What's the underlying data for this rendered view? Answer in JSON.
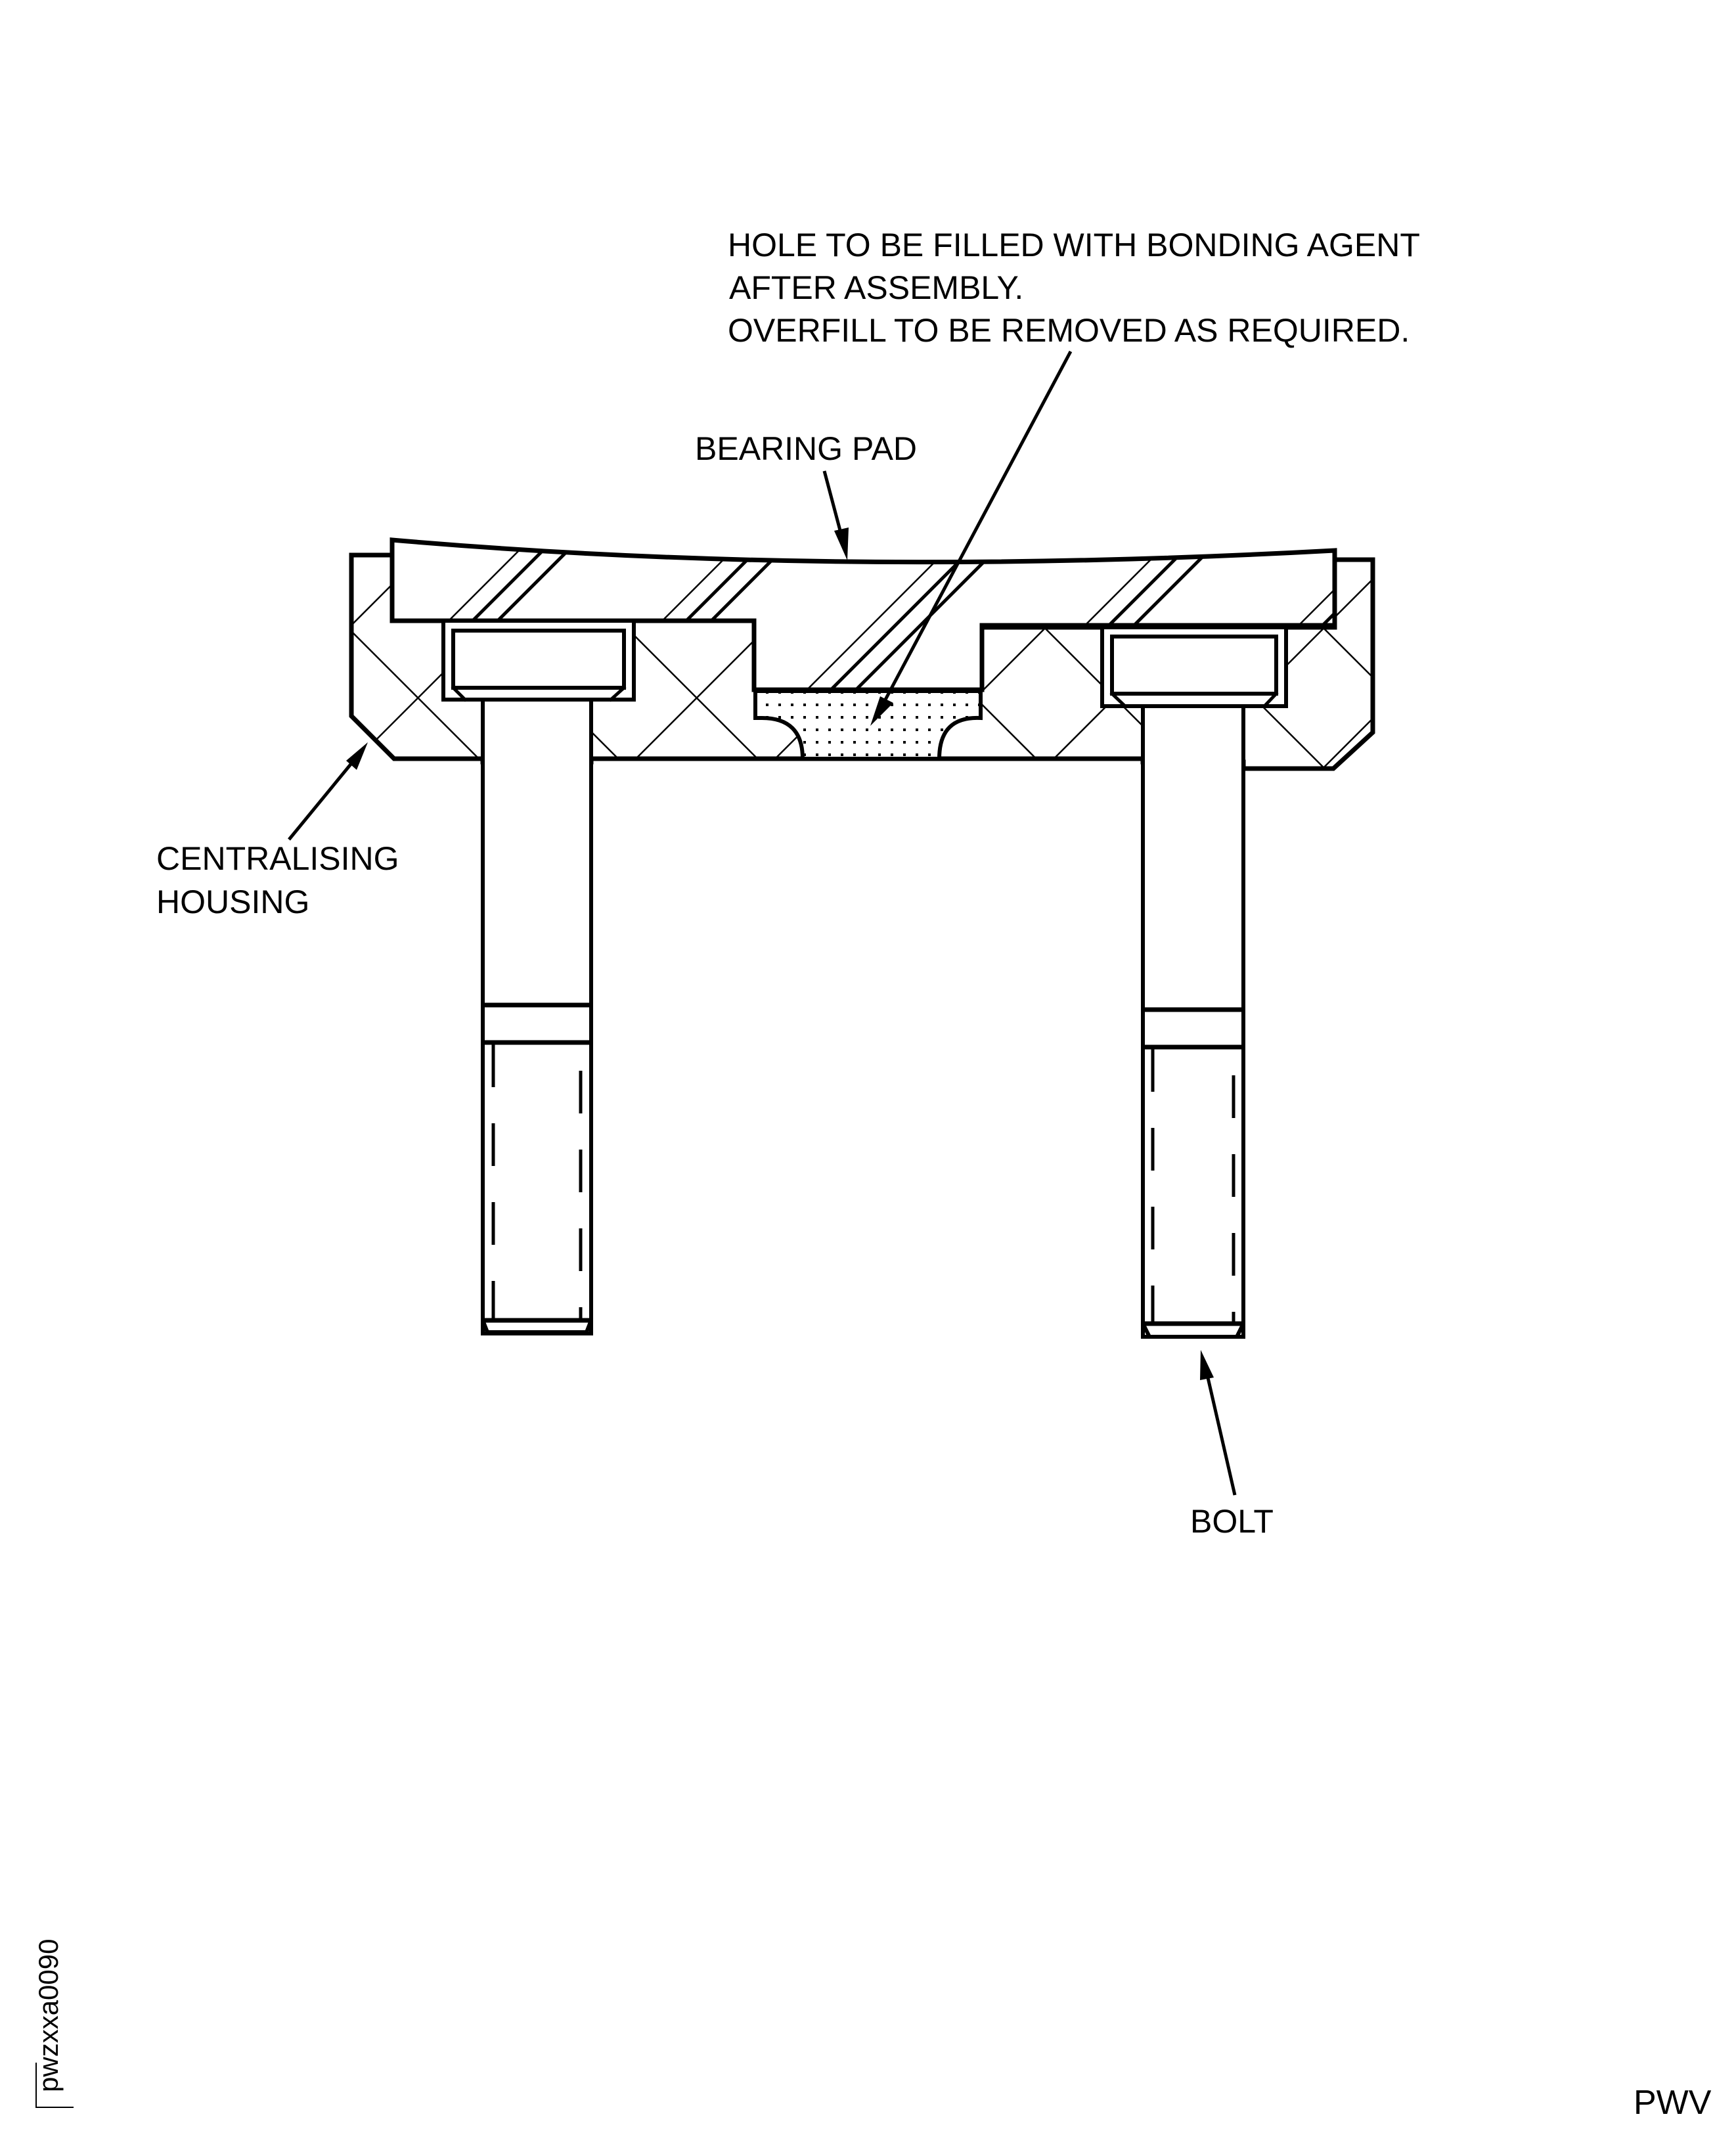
{
  "figure": {
    "type": "technical-cross-section",
    "subject": "Bearing pad assembly in centralising housing with bolts",
    "colors": {
      "line": "#000000",
      "background": "#ffffff"
    }
  },
  "notes": {
    "bonding_note": {
      "line1": "HOLE TO BE FILLED WITH BONDING AGENT",
      "line2": "AFTER ASSEMBLY.",
      "line3": "OVERFILL TO BE REMOVED AS REQUIRED."
    }
  },
  "callouts": {
    "bearing_pad": "BEARING PAD",
    "centralising_housing_line1": "CENTRALISING",
    "centralising_housing_line2": "HOUSING",
    "bolt": "BOLT"
  },
  "footer": {
    "drawing_id": "pwzxxa0090",
    "source_code": "PWV"
  }
}
